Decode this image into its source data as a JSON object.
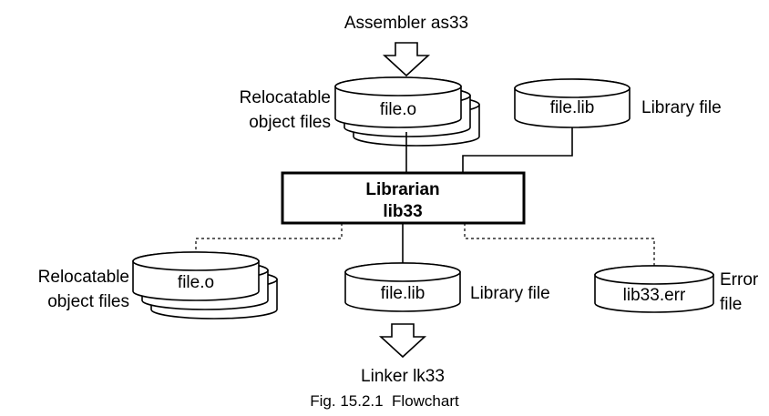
{
  "diagram": {
    "top_input": "Assembler as33",
    "input_files": {
      "file": "file.o",
      "label_line1": "Relocatable",
      "label_line2": "object files"
    },
    "input_library": {
      "file": "file.lib",
      "label": "Library file"
    },
    "librarian": {
      "line1": "Librarian",
      "line2": "lib33"
    },
    "output_objects": {
      "file": "file.o",
      "label_line1": "Relocatable",
      "label_line2": "object files"
    },
    "output_library": {
      "file": "file.lib",
      "label": "Library file"
    },
    "error_file": {
      "file": "lib33.err",
      "label_line1": "Error",
      "label_line2": "file"
    },
    "bottom_output": "Linker lk33"
  },
  "caption": "Fig. 15.2.1  Flowchart"
}
